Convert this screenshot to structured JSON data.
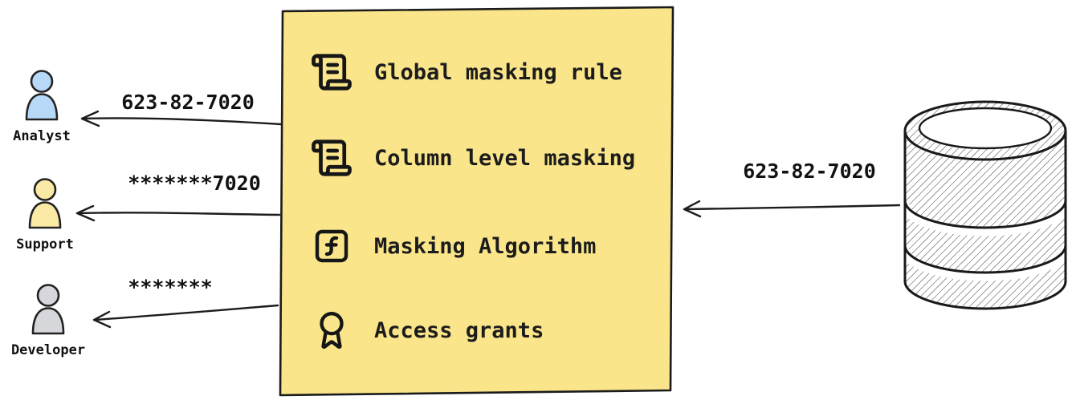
{
  "diagram": {
    "panel": {
      "fill_color": "#fae58a",
      "border_color": "#1b1b1b",
      "items": [
        {
          "icon": "scroll-text-icon",
          "label": "Global masking rule"
        },
        {
          "icon": "scroll-text-icon",
          "label": "Column level masking"
        },
        {
          "icon": "function-square-icon",
          "label": "Masking Algorithm"
        },
        {
          "icon": "award-icon",
          "label": "Access grants"
        }
      ]
    },
    "personas": [
      {
        "name": "Analyst",
        "received_value": "623-82-7020",
        "color": "#b7d8f7",
        "icon": "analyst-person-icon"
      },
      {
        "name": "Support",
        "received_value": "*******7020",
        "color": "#fbe9a6",
        "icon": "support-person-icon"
      },
      {
        "name": "Developer",
        "received_value": "*******",
        "color": "#d5d7da",
        "icon": "developer-person-icon"
      }
    ],
    "database": {
      "sent_value": "623-82-7020",
      "icon": "database-icon"
    }
  }
}
